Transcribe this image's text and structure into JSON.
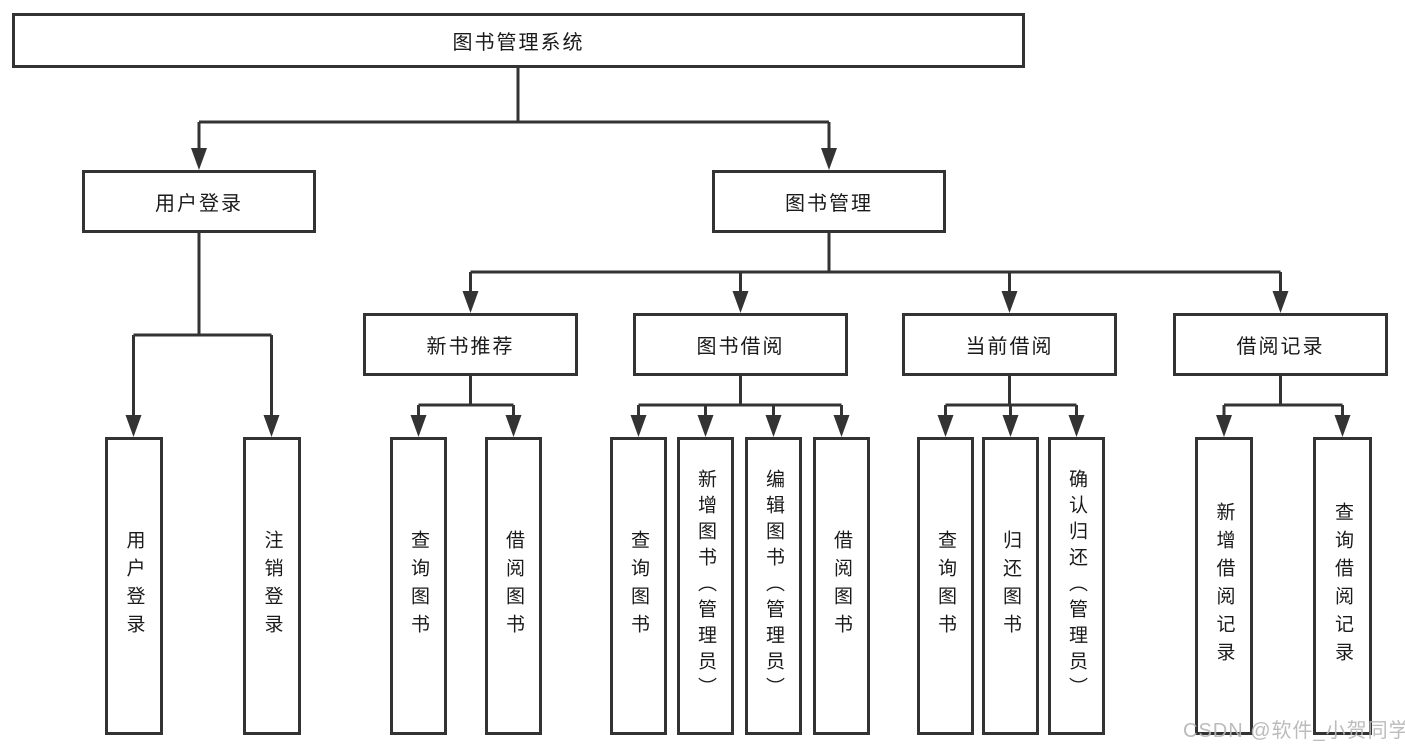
{
  "tree": {
    "label": "图书管理系统",
    "children": [
      {
        "label": "用户登录",
        "children": [
          {
            "label": "用户登录"
          },
          {
            "label": "注销登录"
          }
        ]
      },
      {
        "label": "图书管理",
        "children": [
          {
            "label": "新书推荐",
            "children": [
              {
                "label": "查询图书"
              },
              {
                "label": "借阅图书"
              }
            ]
          },
          {
            "label": "图书借阅",
            "children": [
              {
                "label": "查询图书"
              },
              {
                "label": "新增图书（管理员）"
              },
              {
                "label": "编辑图书（管理员）"
              },
              {
                "label": "借阅图书"
              }
            ]
          },
          {
            "label": "当前借阅",
            "children": [
              {
                "label": "查询图书"
              },
              {
                "label": "归还图书"
              },
              {
                "label": "确认归还（管理员）"
              }
            ]
          },
          {
            "label": "借阅记录",
            "children": [
              {
                "label": "新增借阅记录"
              },
              {
                "label": "查询借阅记录"
              }
            ]
          }
        ]
      }
    ]
  },
  "watermark": {
    "text": "CSDN @软件_小贺同学"
  },
  "colors": {
    "line": "#333333",
    "box_border": "#333333",
    "box_background": "#ffffff",
    "label_text": "#1a1a1a",
    "watermark_text": "#b6b6b6"
  }
}
